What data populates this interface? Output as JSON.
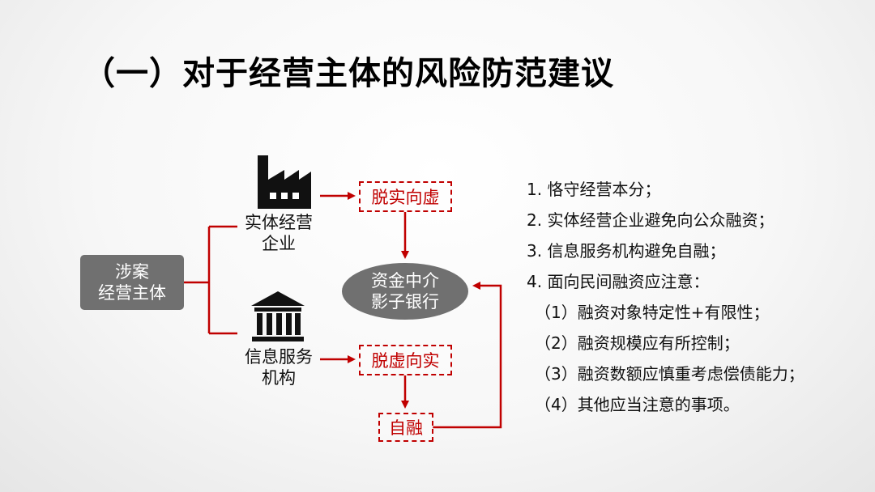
{
  "title": "（一）对于经营主体的风险防范建议",
  "diagram": {
    "subject": [
      "涉案",
      "经营主体"
    ],
    "entity_enterprise": [
      "实体经营",
      "企业"
    ],
    "info_institution": [
      "信息服务",
      "机构"
    ],
    "intermediary": [
      "资金中介",
      "影子银行"
    ],
    "tag_virtual": "脱实向虚",
    "tag_real": "脱虚向实",
    "tag_self": "自融",
    "accent_color": "#c00000",
    "node_color": "#707070"
  },
  "advice": [
    {
      "text": "1. 恪守经营本分；",
      "sub": false
    },
    {
      "text": "2. 实体经营企业避免向公众融资；",
      "sub": false
    },
    {
      "text": "3. 信息服务机构避免自融；",
      "sub": false
    },
    {
      "text": "4. 面向民间融资应注意：",
      "sub": false
    },
    {
      "text": "（1）融资对象特定性+有限性；",
      "sub": true
    },
    {
      "text": "（2）融资规模应有所控制；",
      "sub": true
    },
    {
      "text": "（3）融资数额应慎重考虑偿债能力；",
      "sub": true
    },
    {
      "text": "（4）其他应当注意的事项。",
      "sub": true
    }
  ],
  "icons": {
    "factory": "factory-icon",
    "bank": "bank-icon"
  }
}
